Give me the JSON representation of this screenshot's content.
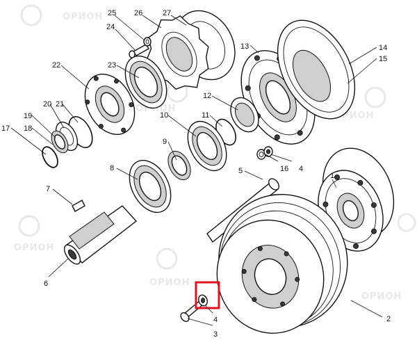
{
  "diagram": {
    "watermark_text": "ОРИОН",
    "labels": [
      {
        "id": "l25",
        "text": "25"
      },
      {
        "id": "l26",
        "text": "26"
      },
      {
        "id": "l27",
        "text": "27"
      },
      {
        "id": "l24",
        "text": "24"
      },
      {
        "id": "l13",
        "text": "13"
      },
      {
        "id": "l14",
        "text": "14"
      },
      {
        "id": "l15",
        "text": "15"
      },
      {
        "id": "l22",
        "text": "22"
      },
      {
        "id": "l23",
        "text": "23"
      },
      {
        "id": "l12",
        "text": "12"
      },
      {
        "id": "l20",
        "text": "20"
      },
      {
        "id": "l21",
        "text": "21"
      },
      {
        "id": "l19",
        "text": "19"
      },
      {
        "id": "l18",
        "text": "18"
      },
      {
        "id": "l17",
        "text": "17"
      },
      {
        "id": "l11",
        "text": "11"
      },
      {
        "id": "l10",
        "text": "10"
      },
      {
        "id": "l9",
        "text": "9"
      },
      {
        "id": "l8",
        "text": "8"
      },
      {
        "id": "l7",
        "text": "7"
      },
      {
        "id": "l16",
        "text": "16"
      },
      {
        "id": "l4a",
        "text": "4"
      },
      {
        "id": "l5",
        "text": "5"
      },
      {
        "id": "l1",
        "text": "1"
      },
      {
        "id": "l6",
        "text": "6"
      },
      {
        "id": "l2",
        "text": "2"
      },
      {
        "id": "l4b",
        "text": "4"
      },
      {
        "id": "l3",
        "text": "3"
      }
    ],
    "highlight_color": "#e0141e"
  }
}
